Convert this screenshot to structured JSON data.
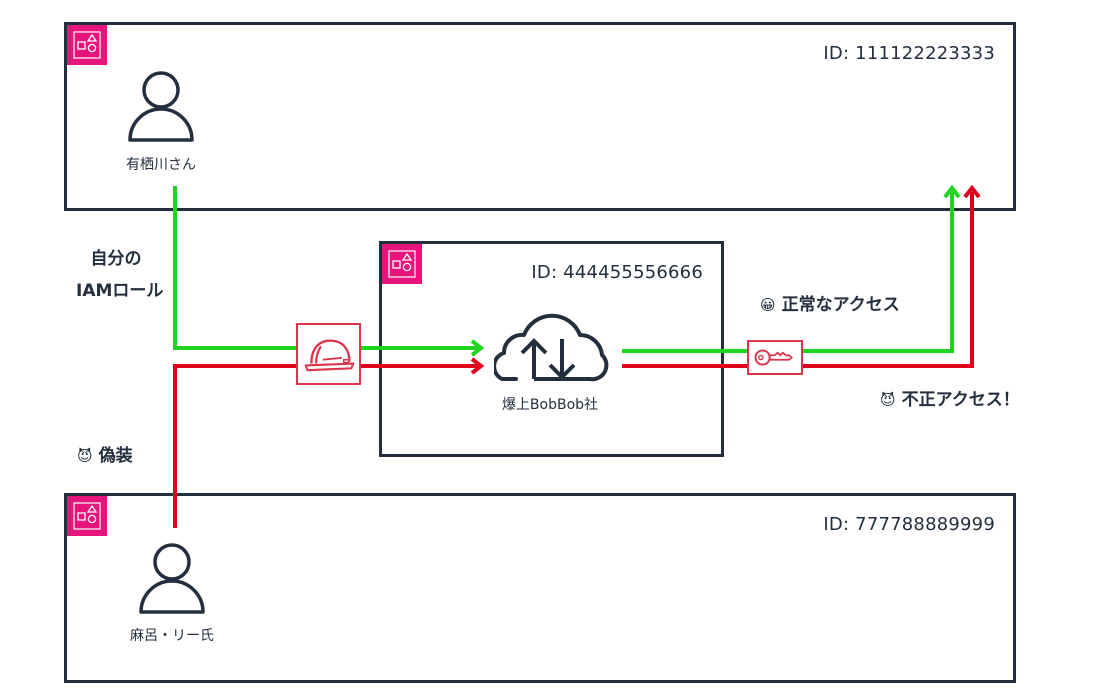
{
  "accounts": {
    "top": {
      "id_label": "ID: 111122223333",
      "user_name": "有栖川さん"
    },
    "middle": {
      "id_label": "ID: 444455556666",
      "service_name": "爆上BobBob社"
    },
    "bottom": {
      "id_label": "ID: 777788889999",
      "user_name": "麻呂・リー氏"
    }
  },
  "annotations": {
    "own_role_line1": "自分の",
    "own_role_line2": "IAMロール",
    "disguise": {
      "emoji": "😈",
      "text": "偽装"
    },
    "normal_access": {
      "emoji": "😀",
      "text": "正常なアクセス"
    },
    "illegal_access": {
      "emoji": "😈",
      "text": "不正アクセス！"
    }
  },
  "colors": {
    "legit_flow": "#1ed41e",
    "malicious_flow": "#e0001b",
    "account_badge": "#e7157b",
    "border": "#232f3e",
    "icon_red": "#dd344c"
  }
}
